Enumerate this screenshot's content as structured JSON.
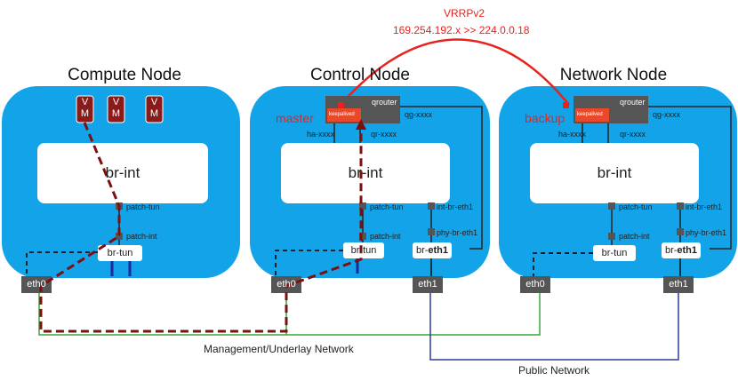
{
  "vrrp": {
    "title": "VRRPv2",
    "detail": "169.254.192.x >> 224.0.0.18"
  },
  "nodes": {
    "compute": {
      "title": "Compute Node",
      "vm": [
        "V",
        "M"
      ],
      "br_int": "br-int",
      "patch_tun": "patch-tun",
      "patch_int": "patch-int",
      "br_tun": "br-tun",
      "eth0": "eth0"
    },
    "control": {
      "title": "Control Node",
      "qrouter": "qrouter",
      "keepalived": "keepalived",
      "role": "master",
      "ha": "ha-xxxx",
      "qr": "qr-xxxx",
      "qg": "qg-xxxx",
      "br_int": "br-int",
      "patch_tun": "patch-tun",
      "patch_int": "patch-int",
      "int_br_eth1": "int-br-eth1",
      "phy_br_eth1": "phy-br-eth1",
      "br_tun": "br-tun",
      "br_eth1_prefix": "br-",
      "br_eth1_suffix": "eth1",
      "eth0": "eth0",
      "eth1": "eth1"
    },
    "network": {
      "title": "Network Node",
      "qrouter": "qrouter",
      "keepalived": "keepalived",
      "role": "backup",
      "ha": "ha-xxxx",
      "qr": "qr-xxxx",
      "qg": "qg-xxxx",
      "br_int": "br-int",
      "patch_tun": "patch-tun",
      "patch_int": "patch-int",
      "int_br_eth1": "int-br-eth1",
      "phy_br_eth1": "phy-br-eth1",
      "br_tun": "br-tun",
      "br_eth1_prefix": "br-",
      "br_eth1_suffix": "eth1",
      "eth0": "eth0",
      "eth1": "eth1"
    }
  },
  "networks": {
    "management": "Management/Underlay Network",
    "public": "Public Network"
  },
  "colors": {
    "node_bg": "#13a3e8",
    "vrrp": "#e8231d",
    "dashed": "#7a1010",
    "mgmt_line": "#3aa53a",
    "public_line": "#2a3f9a",
    "vm_fill": "#8b1a1a",
    "port": "#555555"
  }
}
